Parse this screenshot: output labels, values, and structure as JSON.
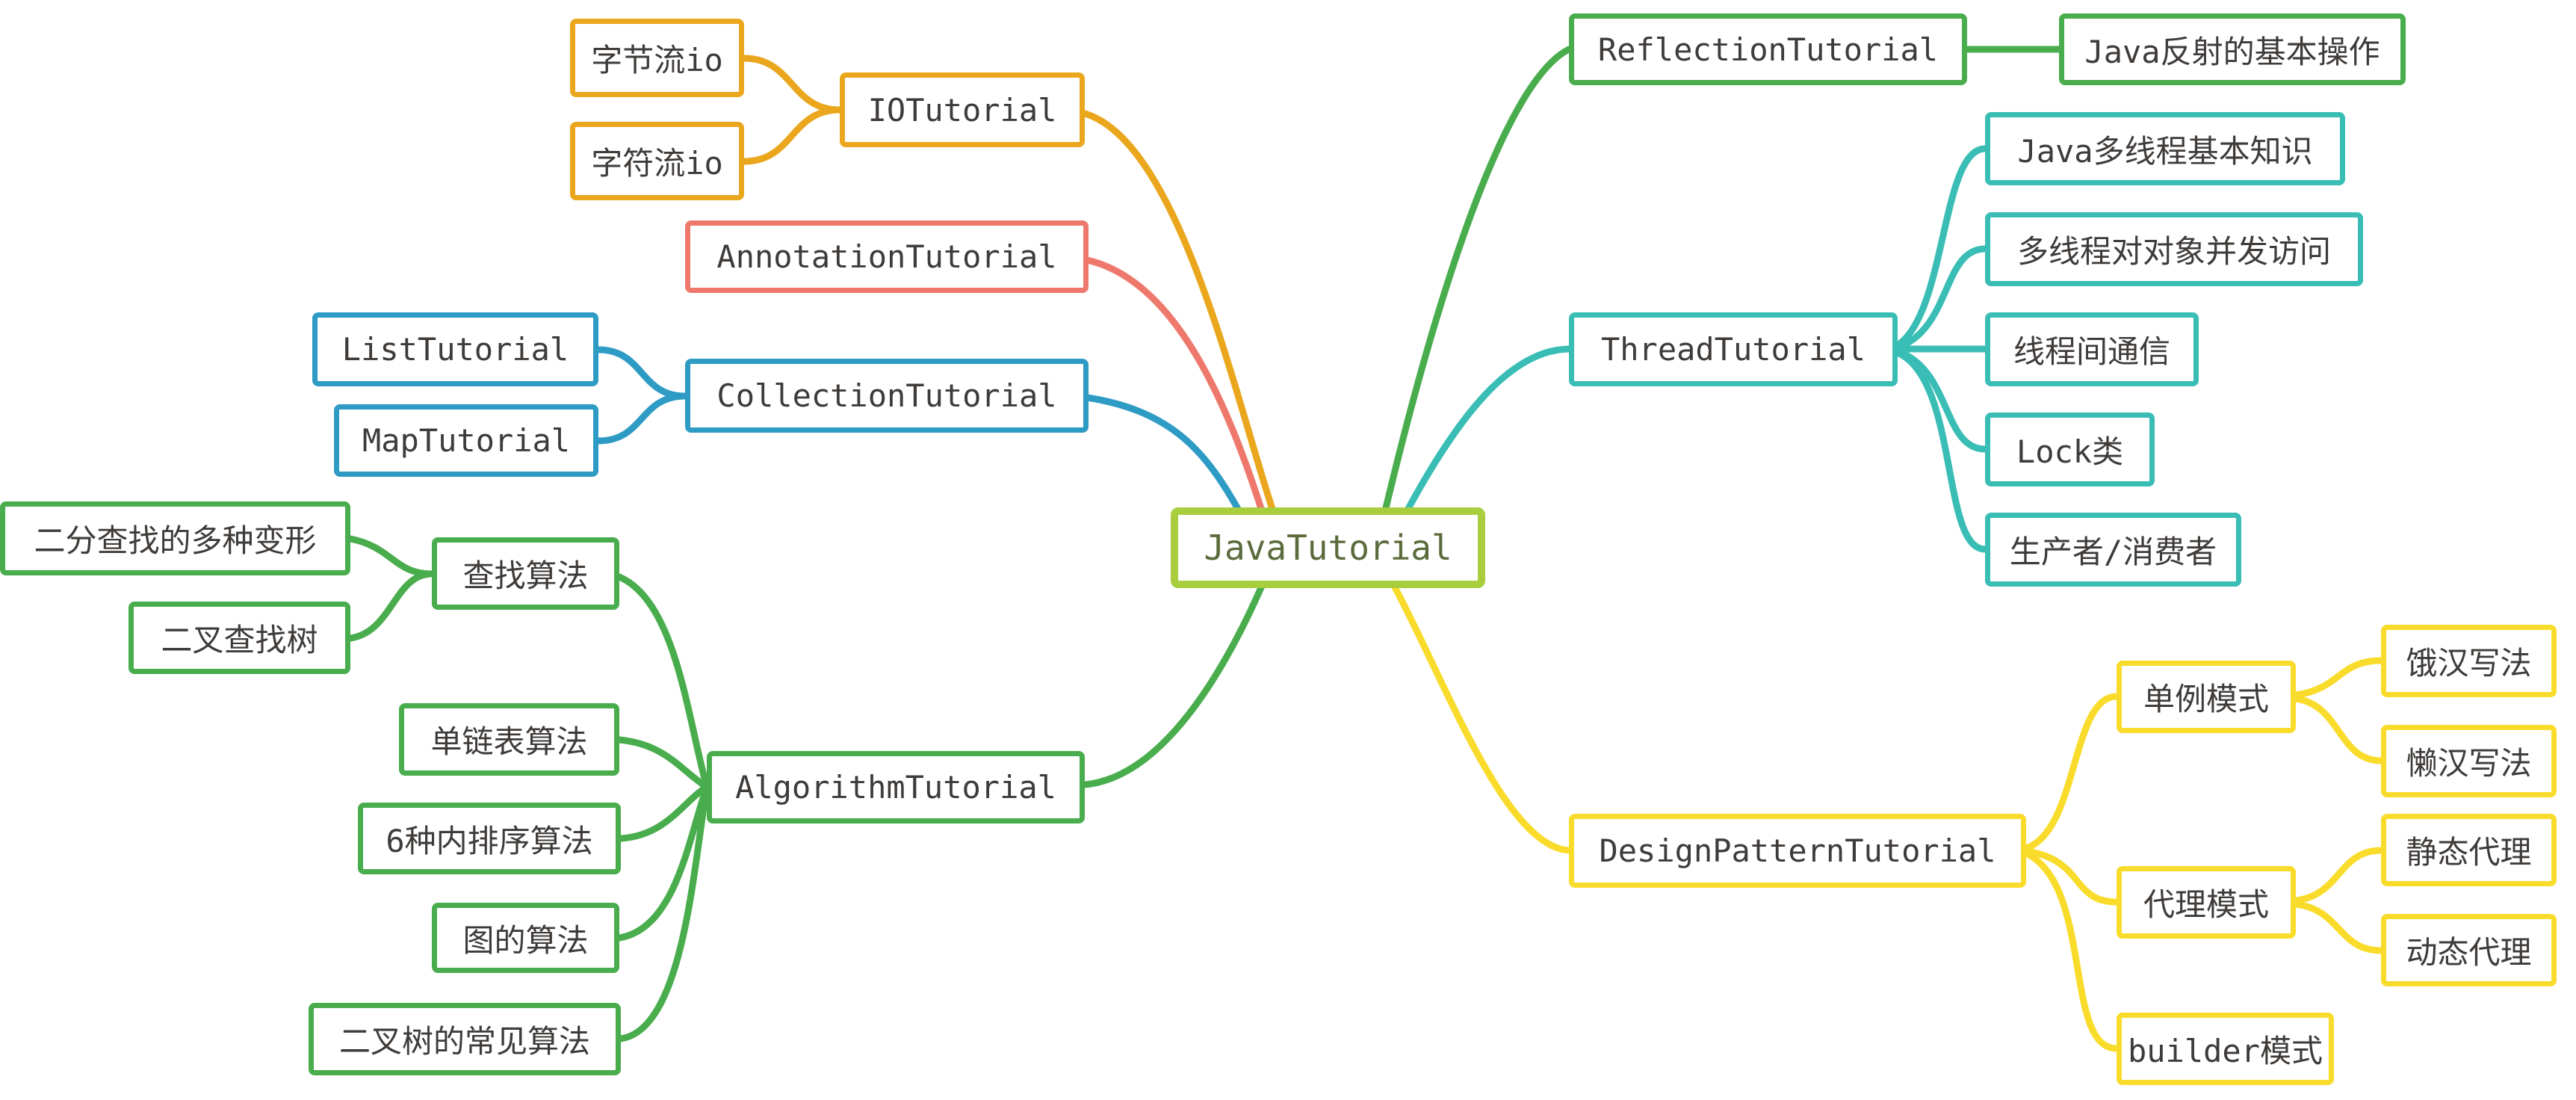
{
  "colors": {
    "background": "#ffffff",
    "center_border": "#a8ce3e",
    "center_text": "#5c6b3c",
    "io_branch": "#eaa71e",
    "annotation_branch": "#ee786c",
    "collection_branch": "#2e9bc5",
    "algorithm_reflection_branch": "#49ad4d",
    "thread_branch": "#39bdb5",
    "design_pattern_branch": "#f9dc2b",
    "node_text": "#3e3b39"
  },
  "nodes": {
    "root": "JavaTutorial",
    "io_tutorial": "IOTutorial",
    "byte_stream_io": "字节流io",
    "char_stream_io": "字符流io",
    "annotation_tutorial": "AnnotationTutorial",
    "collection_tutorial": "CollectionTutorial",
    "list_tutorial": "ListTutorial",
    "map_tutorial": "MapTutorial",
    "algorithm_tutorial": "AlgorithmTutorial",
    "search_algorithm": "查找算法",
    "binary_search_variants": "二分查找的多种变形",
    "binary_search_tree": "二叉查找树",
    "linked_list_algorithm": "单链表算法",
    "six_sorting_algorithms": "6种内排序算法",
    "graph_algorithm": "图的算法",
    "binary_tree_algorithms": "二叉树的常见算法",
    "reflection_tutorial": "ReflectionTutorial",
    "java_reflection_basics": "Java反射的基本操作",
    "thread_tutorial": "ThreadTutorial",
    "java_multithreading_basics": "Java多线程基本知识",
    "concurrent_object_access": "多线程对对象并发访问",
    "inter_thread_communication": "线程间通信",
    "lock_class": "Lock类",
    "producer_consumer": "生产者/消费者",
    "design_pattern_tutorial": "DesignPatternTutorial",
    "singleton_pattern": "单例模式",
    "hungry_style": "饿汉写法",
    "lazy_style": "懒汉写法",
    "proxy_pattern": "代理模式",
    "static_proxy": "静态代理",
    "dynamic_proxy": "动态代理",
    "builder_pattern": "builder模式"
  },
  "hierarchy": {
    "root": {
      "io_tutorial": [
        "byte_stream_io",
        "char_stream_io"
      ],
      "annotation_tutorial": [],
      "collection_tutorial": [
        "list_tutorial",
        "map_tutorial"
      ],
      "algorithm_tutorial": {
        "search_algorithm": [
          "binary_search_variants",
          "binary_search_tree"
        ],
        "linked_list_algorithm": [],
        "six_sorting_algorithms": [],
        "graph_algorithm": [],
        "binary_tree_algorithms": []
      },
      "reflection_tutorial": [
        "java_reflection_basics"
      ],
      "thread_tutorial": [
        "java_multithreading_basics",
        "concurrent_object_access",
        "inter_thread_communication",
        "lock_class",
        "producer_consumer"
      ],
      "design_pattern_tutorial": {
        "singleton_pattern": [
          "hungry_style",
          "lazy_style"
        ],
        "proxy_pattern": [
          "static_proxy",
          "dynamic_proxy"
        ],
        "builder_pattern": []
      }
    }
  }
}
